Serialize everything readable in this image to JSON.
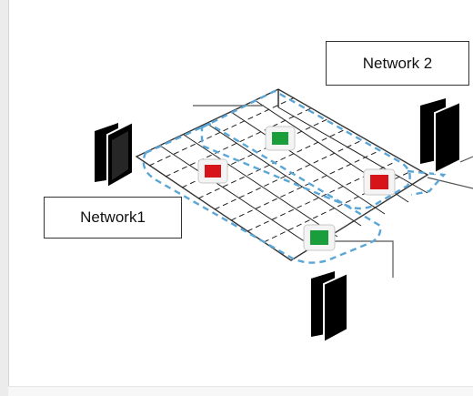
{
  "diagram": {
    "networks": [
      {
        "id": "network1",
        "label": "Network1"
      },
      {
        "id": "network2",
        "label": "Network 2"
      }
    ],
    "nodes": [
      {
        "id": "node-top",
        "status_color": "#1a9e3c"
      },
      {
        "id": "node-left",
        "status_color": "#d8141b"
      },
      {
        "id": "node-right",
        "status_color": "#d8141b"
      },
      {
        "id": "node-bottom",
        "status_color": "#1a9e3c"
      }
    ],
    "doors": [
      "door-left",
      "door-right",
      "door-bottom"
    ],
    "colors": {
      "zone_outline": "#5aa6d6",
      "grid_line": "#222222",
      "door": "#000000"
    }
  }
}
